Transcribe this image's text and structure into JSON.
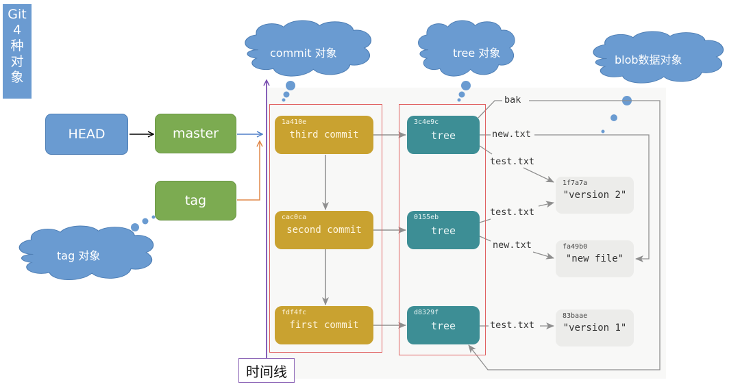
{
  "title": {
    "lines": [
      "Git",
      "4",
      "种",
      "对",
      "象"
    ]
  },
  "refs": {
    "head": "HEAD",
    "master": "master",
    "tag": "tag"
  },
  "clouds": {
    "commit": "commit 对象",
    "tree": "tree 对象",
    "blob": "blob数据对象",
    "tag": "tag 对象"
  },
  "commits": [
    {
      "hash": "1a410e",
      "label": "third commit"
    },
    {
      "hash": "cac0ca",
      "label": "second commit"
    },
    {
      "hash": "fdf4fc",
      "label": "first commit"
    }
  ],
  "trees": [
    {
      "hash": "3c4e9c",
      "label": "tree"
    },
    {
      "hash": "0155eb",
      "label": "tree"
    },
    {
      "hash": "d8329f",
      "label": "tree"
    }
  ],
  "blobs": [
    {
      "hash": "1f7a7a",
      "label": "\"version 2\""
    },
    {
      "hash": "fa49b0",
      "label": "\"new file\""
    },
    {
      "hash": "83baae",
      "label": "\"version 1\""
    }
  ],
  "edge_labels": {
    "bak": "bak",
    "t1_new": "new.txt",
    "t1_test": "test.txt",
    "t2_test": "test.txt",
    "t2_new": "new.txt",
    "t3_test": "test.txt"
  },
  "timeline": "时间线",
  "colors": {
    "ref_blue": "#6a9bd1",
    "ref_green": "#7cab51",
    "commit": "#c9a230",
    "tree": "#3d8e95",
    "blob": "#ececea",
    "group_border": "#e06060",
    "timeline": "#7a4fb0",
    "tag_arrow": "#e0884a"
  }
}
